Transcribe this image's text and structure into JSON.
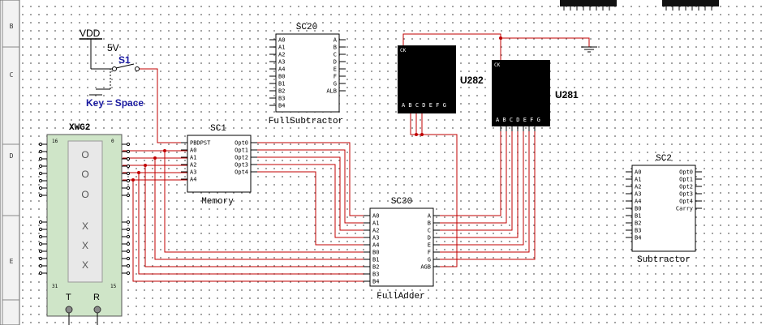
{
  "ruler": {
    "marks": [
      "B",
      "C",
      "D",
      "",
      "E"
    ]
  },
  "power": {
    "vdd_label": "VDD",
    "voltage_label": "5V"
  },
  "switch": {
    "name": "S1",
    "key_label": "Key = Space"
  },
  "generator": {
    "name": "XWG2",
    "top_left_pin": "16",
    "top_right_pin": "0",
    "bottom_left_pin": "31",
    "bottom_right_pin": "15",
    "display_top": [
      "O",
      "O",
      "O"
    ],
    "display_bottom": [
      "X",
      "X",
      "X"
    ],
    "t_label": "T",
    "r_label": "R"
  },
  "sc20": {
    "name": "SC20",
    "subtitle": "FullSubtractor",
    "left_pins": [
      "A0",
      "A1",
      "A2",
      "A3",
      "A4",
      "B0",
      "B1",
      "B2",
      "B3",
      "B4"
    ],
    "right_pins": [
      "A",
      "B",
      "C",
      "D",
      "E",
      "F",
      "G",
      "ALB"
    ]
  },
  "sc1": {
    "name": "SC1",
    "subtitle": "Memory",
    "left_pins": [
      "PBDPST",
      "A0",
      "A1",
      "A2",
      "A3",
      "A4"
    ],
    "right_pins": [
      "Opt0",
      "Opt1",
      "Opt2",
      "Opt3",
      "Opt4"
    ]
  },
  "sc30": {
    "name": "SC30",
    "subtitle": "FullAdder",
    "left_pins": [
      "A0",
      "A1",
      "A2",
      "A3",
      "A4",
      "B0",
      "B1",
      "B2",
      "B3",
      "B4"
    ],
    "right_pins": [
      "A",
      "B",
      "C",
      "D",
      "E",
      "F",
      "G",
      "AGB"
    ]
  },
  "sc2": {
    "name": "SC2",
    "subtitle": "Subtractor",
    "left_pins": [
      "A0",
      "A1",
      "A2",
      "A3",
      "A4",
      "B0",
      "B1",
      "B2",
      "B3",
      "B4"
    ],
    "right_pins": [
      "Opt0",
      "Opt1",
      "Opt2",
      "Opt3",
      "Opt4",
      "Carry"
    ]
  },
  "u282": {
    "name": "U282",
    "ck": "CK",
    "segs": "A B C D E F G"
  },
  "u281": {
    "name": "U281",
    "ck": "CK",
    "segs": "A B C D E F G"
  },
  "colors": {
    "wire": "#c00000",
    "label_blue": "#1a1aa0",
    "generator_fill": "#cfe5c8",
    "display_black": "#000000"
  }
}
